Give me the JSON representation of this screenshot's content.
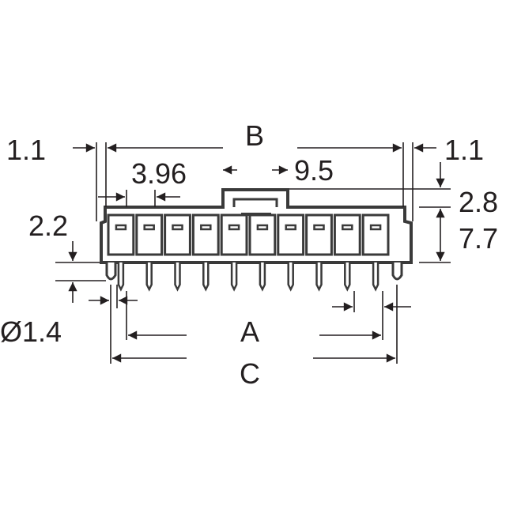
{
  "title": "Connector dimension drawing",
  "dimensions": {
    "B": "B",
    "A": "A",
    "C": "C",
    "left_margin": "1.1",
    "right_margin": "1.1",
    "pitch": "3.96",
    "center_offset": "9.5",
    "top_height": "2.8",
    "pin_offset": "2.2",
    "body_height": "7.7",
    "peg_diameter": "Ø1.4"
  },
  "pin_count": 10,
  "colors": {
    "line": "#231f20"
  }
}
